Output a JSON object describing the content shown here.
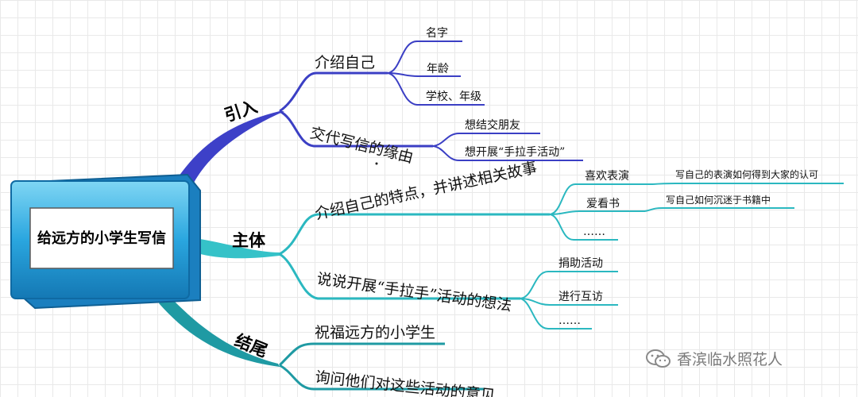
{
  "root": "给远方的小学生写信",
  "sections": [
    {
      "label": "引入",
      "color": "#3b3fc4",
      "items": [
        {
          "label": "介绍自己",
          "children": [
            "名字",
            "年龄",
            "学校、年级"
          ]
        },
        {
          "label": "交代写信的缘由",
          "children": [
            "想结交朋友",
            "想开展“手拉手活动”"
          ]
        }
      ]
    },
    {
      "label": "主体",
      "color": "#2bb8c0",
      "items": [
        {
          "label": "介绍自己的特点，并讲述相关故事",
          "children": [
            {
              "label": "喜欢表演",
              "note": "写自己的表演如何得到大家的认可"
            },
            {
              "label": "爱看书",
              "note": "写自己如何沉迷于书籍中"
            },
            {
              "label": "……"
            }
          ]
        },
        {
          "label": "说说开展“手拉手”活动的想法",
          "children": [
            "捐助活动",
            "进行互访",
            "……"
          ]
        }
      ]
    },
    {
      "label": "结尾",
      "color": "#1f9aa3",
      "items": [
        {
          "label": "祝福远方的小学生",
          "children": []
        },
        {
          "label": "询问他们对这些活动的意见",
          "children": []
        }
      ]
    }
  ],
  "watermark": "香滨临水照花人"
}
